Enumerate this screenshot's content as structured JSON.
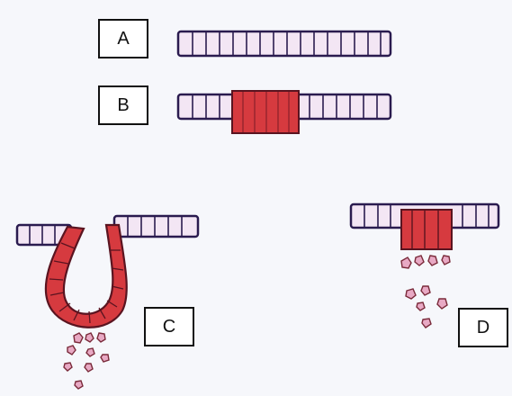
{
  "labels": {
    "a": "A",
    "b": "B",
    "c": "C",
    "d": "D"
  },
  "colors": {
    "background": "#f6f7fb",
    "membrane_fill": "#f3e6f4",
    "membrane_stroke": "#2a1b4f",
    "coat": "#d63a3f",
    "coat_stroke": "#5a1420",
    "particle_fill": "#e8a9c4",
    "particle_stroke": "#7a2a3a"
  }
}
